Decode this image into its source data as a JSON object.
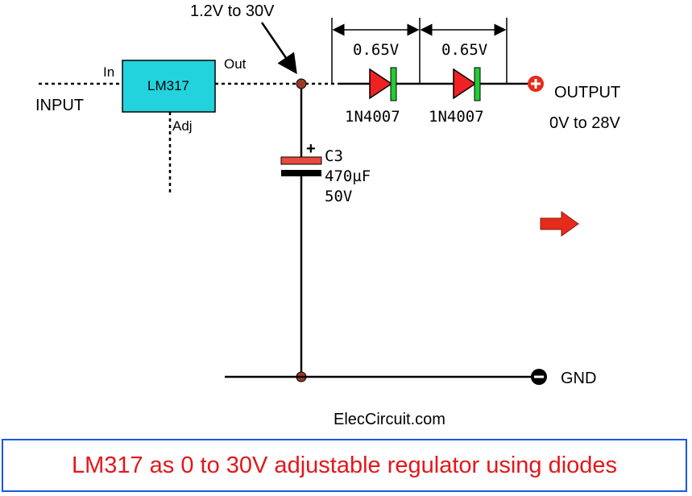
{
  "labels": {
    "input": "INPUT",
    "in_pin": "In",
    "out_pin": "Out",
    "adj_pin": "Adj",
    "regulator": "LM317",
    "node_voltage": "1.2V to 30V",
    "diode1_drop": "0.65V",
    "diode2_drop": "0.65V",
    "diode1_part": "1N4007",
    "diode2_part": "1N4007",
    "output": "OUTPUT",
    "output_range": "0V to 28V",
    "cap_name": "C3",
    "cap_value": "470µF",
    "cap_voltage": "50V",
    "cap_plus": "+",
    "gnd": "GND",
    "watermark": "ElecCircuit.com"
  },
  "caption": "LM317 as 0 to 30V adjustable regulator using diodes",
  "colors": {
    "regulator_fill": "#22d3dd",
    "diode_red": "#ee2222",
    "diode_band": "#22cc33",
    "cap_plate": "#e84a3c",
    "node": "#9a3b2a",
    "caption_text": "#e3171b",
    "caption_border": "#1a56e0",
    "arrow": "#e52c1a"
  },
  "icons": {
    "output_terminal": "plus-circle-icon",
    "gnd_terminal": "minus-circle-icon",
    "pointer": "right-arrow-icon"
  }
}
